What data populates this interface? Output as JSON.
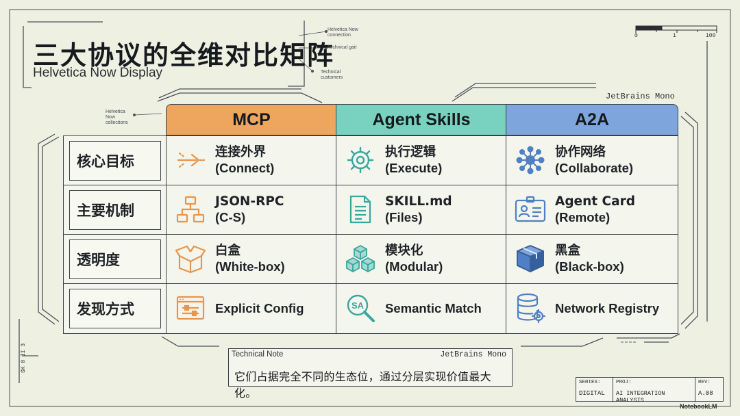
{
  "title": "三大协议的全维对比矩阵",
  "subtitle": "Helvetica Now Display",
  "annotations": {
    "top_1": "Helvetica Now connection",
    "top_2": "Technical gait",
    "top_3": "Technical customers",
    "left": "Helvetica Now collections"
  },
  "ruler": {
    "start": "0",
    "mid": "1",
    "end": "100"
  },
  "font_label_top": "JetBrains Mono",
  "columns": [
    {
      "label": "MCP",
      "color": "#eea55e"
    },
    {
      "label": "Agent Skills",
      "color": "#79d2c0"
    },
    {
      "label": "A2A",
      "color": "#7fa5dd"
    }
  ],
  "rows": [
    {
      "label": "核心目标",
      "cells": [
        {
          "icon": "arrows-connect-icon",
          "line1": "连接外界",
          "line2": "(Connect)"
        },
        {
          "icon": "gear-icon",
          "line1": "执行逻辑",
          "line2": "(Execute)"
        },
        {
          "icon": "network-hub-icon",
          "line1": "协作网络",
          "line2": "(Collaborate)"
        }
      ]
    },
    {
      "label": "主要机制",
      "cells": [
        {
          "icon": "hierarchy-icon",
          "line1": "JSON-RPC",
          "line2": "(C-S)"
        },
        {
          "icon": "document-icon",
          "line1": "SKILL.md",
          "line2": "(Files)"
        },
        {
          "icon": "id-card-icon",
          "line1": "Agent Card",
          "line2": "(Remote)"
        }
      ]
    },
    {
      "label": "透明度",
      "cells": [
        {
          "icon": "open-box-icon",
          "line1": "白盒",
          "line2": "(White-box)"
        },
        {
          "icon": "cubes-icon",
          "line1": "模块化",
          "line2": "(Modular)"
        },
        {
          "icon": "closed-box-icon",
          "line1": "黑盒",
          "line2": "(Black-box)"
        }
      ]
    },
    {
      "label": "发现方式",
      "cells": [
        {
          "icon": "config-window-icon",
          "line1": "Explicit Config",
          "line2": ""
        },
        {
          "icon": "magnifier-sa-icon",
          "line1": "Semantic Match",
          "line2": ""
        },
        {
          "icon": "database-gear-icon",
          "line1": "Network Registry",
          "line2": ""
        }
      ]
    }
  ],
  "note": {
    "tag": "Technical Note",
    "font_label": "JetBrains Mono",
    "text": "它们占据完全不同的生态位，通过分层实现价值最大化。"
  },
  "title_block": {
    "series_label": "SERIES:",
    "series_value": "DIGITAL",
    "project_label": "PROJ:",
    "project_value": "AI INTEGRATION ANALYSIS",
    "rev_label": "REV:",
    "rev_value": "A.08"
  },
  "vertical_text": "SK 8 II 3",
  "brand": "NotebookLM",
  "palette": {
    "mcp": "#e8954a",
    "skills": "#3aa6a0",
    "a2a": "#4f7fc4",
    "ink": "#3a4049"
  }
}
